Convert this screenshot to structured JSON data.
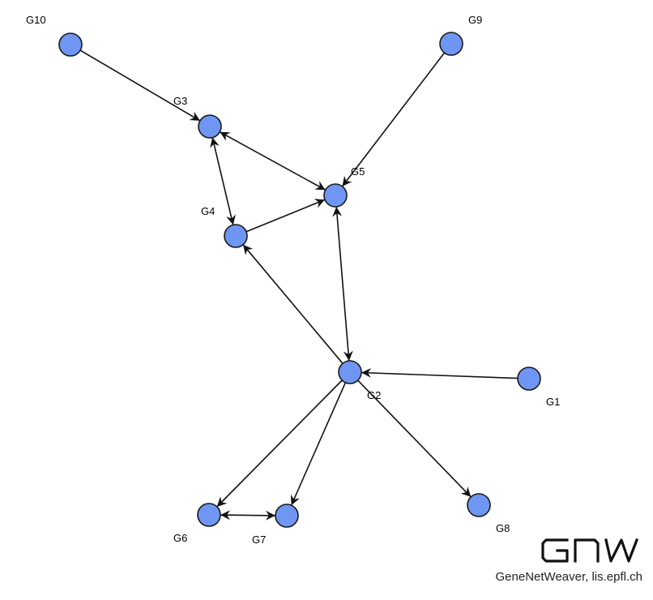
{
  "network": {
    "nodes": [
      {
        "id": "G1",
        "label": "G1"
      },
      {
        "id": "G2",
        "label": "G2"
      },
      {
        "id": "G3",
        "label": "G3"
      },
      {
        "id": "G4",
        "label": "G4"
      },
      {
        "id": "G5",
        "label": "G5"
      },
      {
        "id": "G6",
        "label": "G6"
      },
      {
        "id": "G7",
        "label": "G7"
      },
      {
        "id": "G8",
        "label": "G8"
      },
      {
        "id": "G9",
        "label": "G9"
      },
      {
        "id": "G10",
        "label": "G10"
      }
    ],
    "edges": [
      {
        "source": "G10",
        "target": "G3",
        "direction": "forward"
      },
      {
        "source": "G9",
        "target": "G5",
        "direction": "forward"
      },
      {
        "source": "G3",
        "target": "G5",
        "direction": "both"
      },
      {
        "source": "G3",
        "target": "G4",
        "direction": "both"
      },
      {
        "source": "G4",
        "target": "G5",
        "direction": "forward"
      },
      {
        "source": "G5",
        "target": "G2",
        "direction": "both"
      },
      {
        "source": "G2",
        "target": "G4",
        "direction": "forward"
      },
      {
        "source": "G1",
        "target": "G2",
        "direction": "forward"
      },
      {
        "source": "G2",
        "target": "G6",
        "direction": "forward"
      },
      {
        "source": "G2",
        "target": "G7",
        "direction": "forward"
      },
      {
        "source": "G2",
        "target": "G8",
        "direction": "forward"
      },
      {
        "source": "G6",
        "target": "G7",
        "direction": "both"
      }
    ],
    "node_color": "#6f96f2",
    "edge_color": "#111111"
  },
  "branding": {
    "logo_text": "GNW",
    "credit": "GeneNetWeaver, lis.epfl.ch"
  }
}
